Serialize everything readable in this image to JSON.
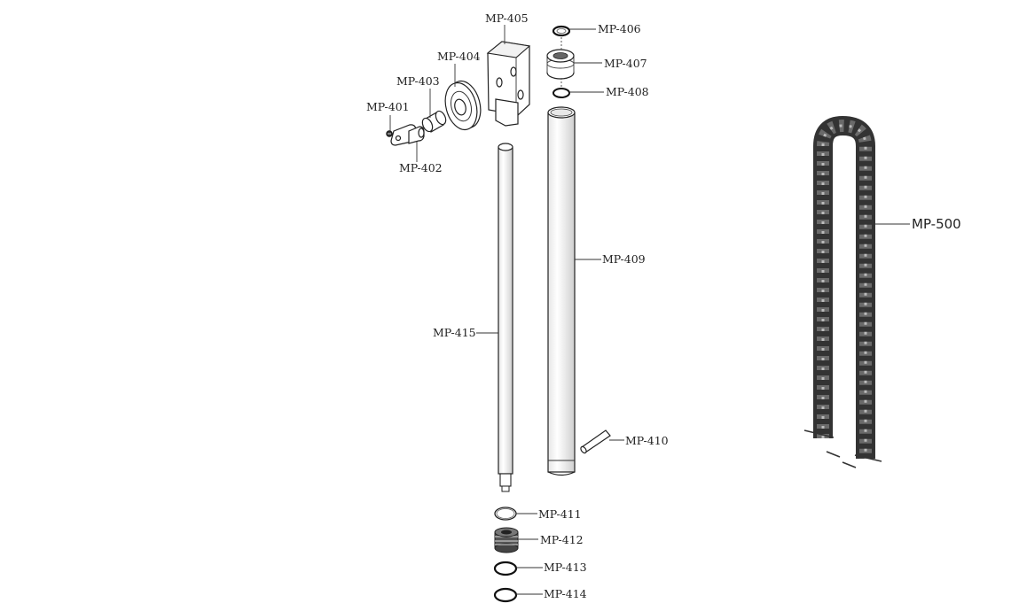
{
  "parts": [
    {
      "id": "mp401",
      "label": "MP-401"
    },
    {
      "id": "mp402",
      "label": "MP-402"
    },
    {
      "id": "mp403",
      "label": "MP-403"
    },
    {
      "id": "mp404",
      "label": "MP-404"
    },
    {
      "id": "mp405",
      "label": "MP-405"
    },
    {
      "id": "mp406",
      "label": "MP-406"
    },
    {
      "id": "mp407",
      "label": "MP-407"
    },
    {
      "id": "mp408",
      "label": "MP-408"
    },
    {
      "id": "mp409",
      "label": "MP-409"
    },
    {
      "id": "mp410",
      "label": "MP-410"
    },
    {
      "id": "mp411",
      "label": "MP-411"
    },
    {
      "id": "mp412",
      "label": "MP-412"
    },
    {
      "id": "mp413",
      "label": "MP-413"
    },
    {
      "id": "mp414",
      "label": "MP-414"
    },
    {
      "id": "mp415",
      "label": "MP-415"
    },
    {
      "id": "mp500",
      "label": "MP-500"
    }
  ]
}
